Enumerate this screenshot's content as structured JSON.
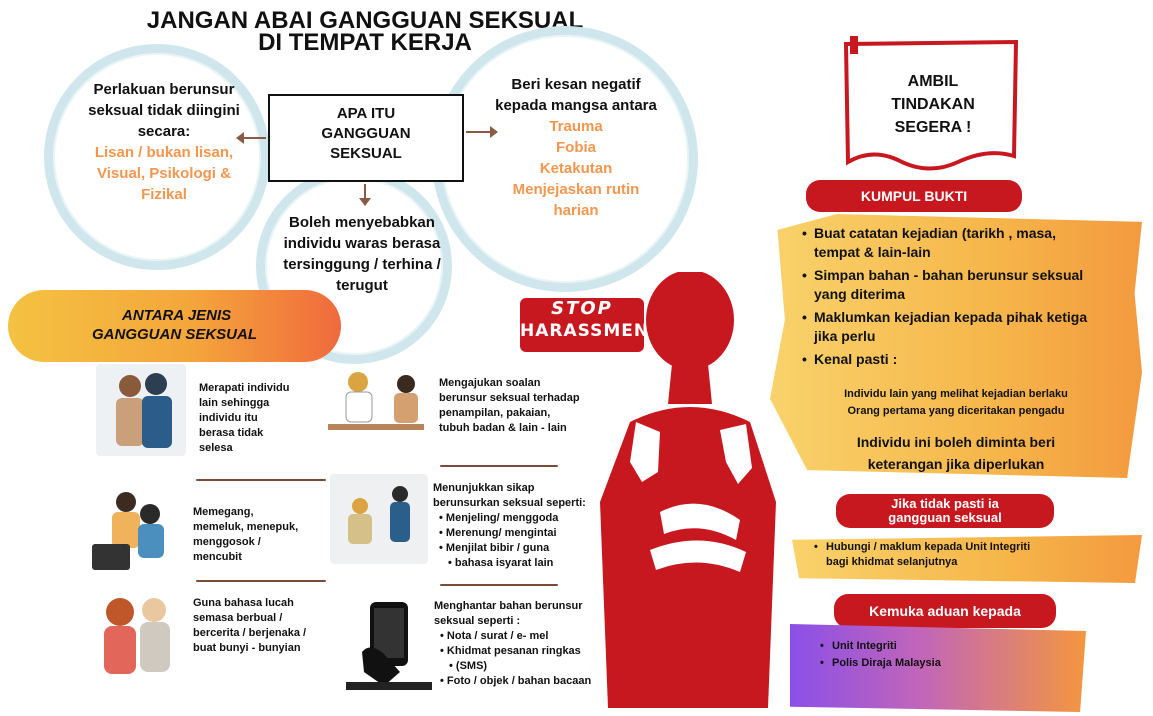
{
  "title_line1": "JANGAN ABAI GANGGUAN SEKSUAL",
  "title_line2": "DI TEMPAT KERJA",
  "center_box": [
    "APA ITU",
    "GANGGUAN",
    "SEKSUAL"
  ],
  "left_circle": {
    "lines": [
      "Perlakuan berunsur",
      "seksual tidak diingini",
      "secara:"
    ],
    "orange_lines": [
      "Lisan / bukan lisan,",
      "Visual, Psikologi &",
      "Fizikal"
    ]
  },
  "right_circle": {
    "lines": [
      "Beri kesan negatif",
      "kepada mangsa antara"
    ],
    "orange_lines": [
      "Trauma",
      "Fobia",
      "Ketakutan",
      "Menjejaskan rutin",
      "harian"
    ]
  },
  "bottom_circle": [
    "Boleh menyebabkan",
    "individu waras berasa",
    "tersinggung / terhina /",
    "terugut"
  ],
  "jenis_banner": [
    "ANTARA JENIS",
    "GANGGUAN SEKSUAL"
  ],
  "stop_sign": {
    "line1": "STOP",
    "line2": "HARASSMENT"
  },
  "types_left": [
    {
      "text": [
        "Merapati individu",
        "lain sehingga",
        "individu itu",
        "berasa tidak",
        "selesa"
      ],
      "icon": "couple-icon"
    },
    {
      "text": [
        "Memegang,",
        "memeluk, menepuk,",
        "menggosok /",
        "mencubit"
      ],
      "icon": "office-icon"
    },
    {
      "text": [
        "Guna bahasa lucah",
        "semasa berbual /",
        "bercerita / berjenaka /",
        "buat bunyi - bunyian"
      ],
      "icon": "whisper-icon"
    }
  ],
  "types_mid": [
    {
      "text": [
        "Mengajukan soalan",
        "berunsur seksual terhadap",
        "penampilan, pakaian,",
        "tubuh badan & lain - lain"
      ]
    },
    {
      "text": [
        "Menunjukkan sikap",
        "berunsurkan seksual seperti:"
      ],
      "bullets": [
        "Menjeling/ menggoda",
        "Merenung/ mengintai",
        "Menjilat bibir / guna",
        "bahasa isyarat lain"
      ]
    },
    {
      "text": [
        "Menghantar bahan berunsur",
        "seksual seperti :"
      ],
      "bullets": [
        "Nota / surat / e- mel",
        "Khidmat pesanan ringkas",
        "(SMS)",
        "Foto / objek / bahan bacaan"
      ]
    }
  ],
  "ambil": [
    "AMBIL",
    "TINDAKAN",
    "SEGERA !"
  ],
  "kumpul_bukti": "KUMPUL BUKTI",
  "bukti_items": [
    "Buat catatan kejadian (tarikh , masa, tempat & lain-lain",
    "Simpan bahan - bahan berunsur seksual yang diterima",
    "Maklumkan kejadian kepada pihak ketiga jika perlu",
    "Kenal pasti :"
  ],
  "kenal_pasti_sub": [
    "Individu lain yang melihat kejadian berlaku",
    "Orang pertama yang diceritakan pengadu"
  ],
  "boleh_diminta": [
    "Individu ini boleh diminta beri",
    "keterangan jika diperlukan"
  ],
  "jika_tidak_pasti": [
    "Jika tidak pasti ia",
    "gangguan seksual"
  ],
  "hubungi": [
    "Hubungi / maklum kepada Unit Integriti",
    "bagi khidmat selanjutnya"
  ],
  "kemuka_aduan": "Kemuka aduan kepada",
  "aduan_items": [
    "Unit Integriti",
    "Polis Diraja Malaysia"
  ],
  "colors": {
    "accent_orange": "#f4964e",
    "red": "#c8181f",
    "circle": "#cfe7ec"
  }
}
